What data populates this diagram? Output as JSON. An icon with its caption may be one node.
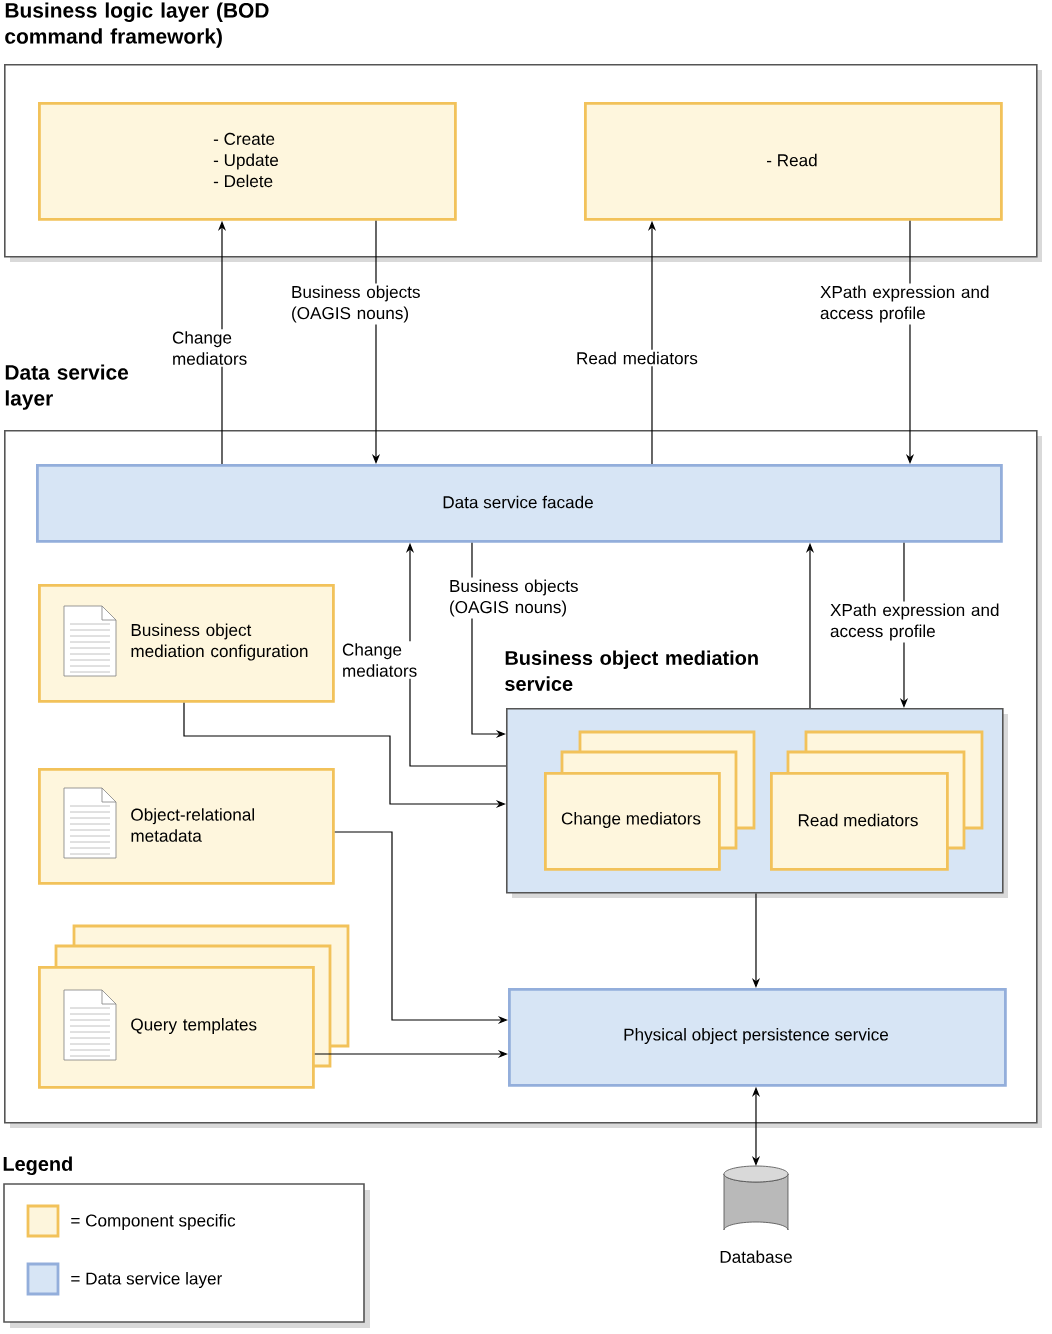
{
  "diagram": {
    "nodes": [
      {
        "text": [
          "Business logic layer (BOD command framework)"
        ]
      },
      {
        "text": [
          "- Create",
          "- Update",
          "- Delete"
        ],
        "in": 0
      },
      {
        "text": [
          "- Read"
        ],
        "in": 0
      },
      {
        "text": [
          "Data service layer"
        ]
      },
      {
        "text": [
          "Data service facade"
        ],
        "in": 3
      },
      {
        "text": [
          "Business object mediation configuration"
        ],
        "in": 3
      },
      {
        "text": [
          "Object-relational metadata"
        ],
        "in": 3
      },
      {
        "text": [
          "Query templates"
        ],
        "in": 3
      },
      {
        "text": [
          "Business object mediation service"
        ],
        "in": 3
      },
      {
        "text": [
          "Change mediators"
        ],
        "in": 8
      },
      {
        "text": [
          "Read mediators"
        ],
        "in": 8
      },
      {
        "text": [
          "Physical object persistence service"
        ],
        "in": 3
      },
      {
        "text": [
          "Database"
        ]
      }
    ],
    "edges": [
      {
        "from": 4,
        "to": 1,
        "arrow": "to",
        "label": "Change mediators"
      },
      {
        "from": 1,
        "to": 4,
        "arrow": "to",
        "label": "Business objects (OAGIS nouns)"
      },
      {
        "from": 4,
        "to": 2,
        "arrow": "to",
        "label": "Read mediators"
      },
      {
        "from": 2,
        "to": 4,
        "arrow": "to",
        "label": "XPath expression and access profile"
      },
      {
        "from": 8,
        "to": 4,
        "arrow": "to",
        "label": "Change mediators"
      },
      {
        "from": 4,
        "to": 8,
        "arrow": "to",
        "label": "Business objects (OAGIS nouns)"
      },
      {
        "from": 8,
        "to": 4,
        "arrow": "to"
      },
      {
        "from": 4,
        "to": 8,
        "arrow": "to",
        "label": "XPath expression and access profile"
      },
      {
        "from": 5,
        "to": 8,
        "arrow": "to"
      },
      {
        "from": 6,
        "to": 11,
        "arrow": "to"
      },
      {
        "from": 7,
        "to": 11,
        "arrow": "to"
      },
      {
        "from": 8,
        "to": 11,
        "arrow": "to"
      },
      {
        "from": 11,
        "to": 12,
        "arrow": "both"
      }
    ],
    "labels": [
      "Legend"
    ],
    "legend": [
      {
        "text": "= Component specific",
        "color": "#fdf5dc"
      },
      {
        "text": "= Data service layer",
        "color": "#d7e5f5"
      }
    ]
  }
}
